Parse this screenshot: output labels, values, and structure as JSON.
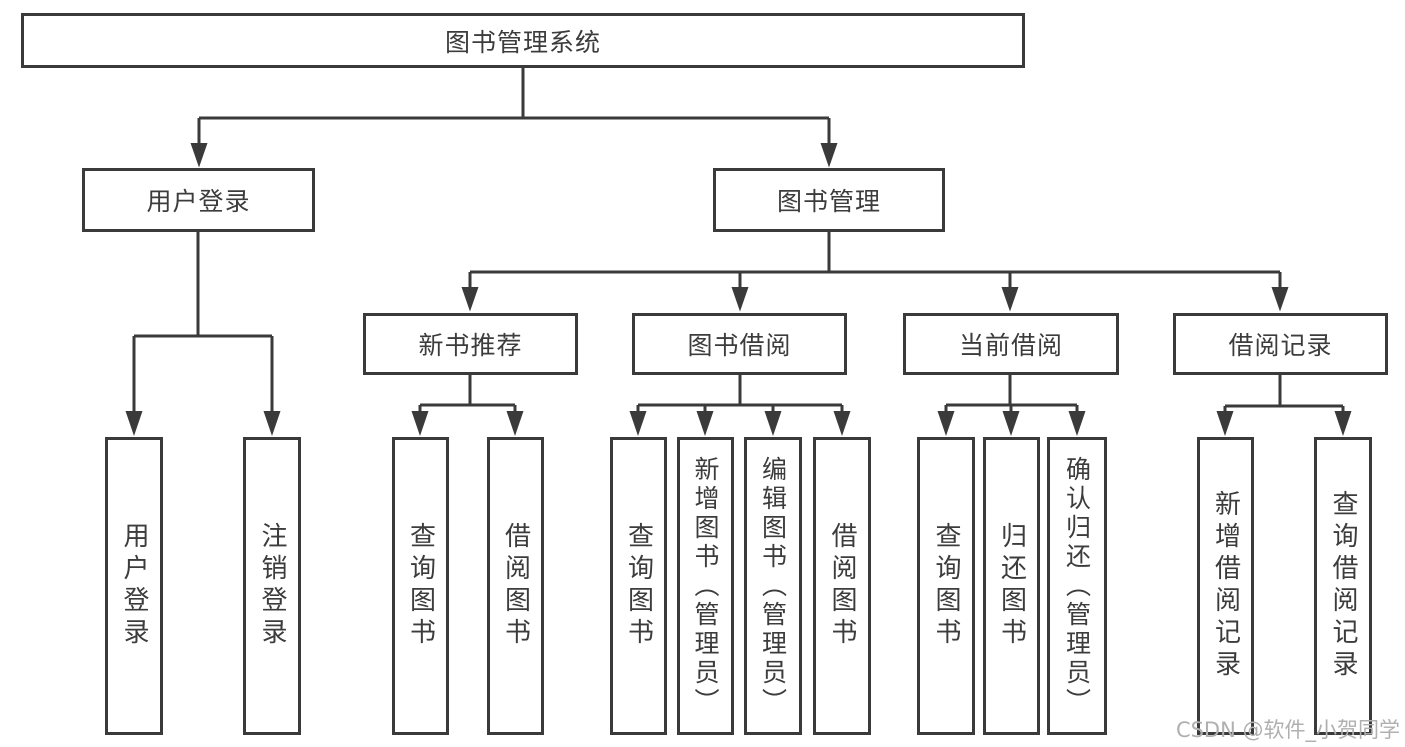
{
  "diagram": {
    "type": "hierarchy",
    "title": "图书管理系统"
  },
  "colors": {
    "line": "#3a3a3a",
    "border": "#3a3a3a",
    "text": "#3c3c3c",
    "background": "#ffffff",
    "watermark": "#b0b0b0"
  },
  "nodes": {
    "root": {
      "label": "图书管理系统"
    },
    "user_login": {
      "label": "用户登录"
    },
    "book_mgmt": {
      "label": "图书管理"
    },
    "new_rec": {
      "label": "新书推荐"
    },
    "borrowing": {
      "label": "图书借阅"
    },
    "current": {
      "label": "当前借阅"
    },
    "records": {
      "label": "借阅记录"
    },
    "leaf_login": {
      "label": "用户登录"
    },
    "leaf_logout": {
      "label": "注销登录"
    },
    "leaf_nb_query": {
      "label": "查询图书"
    },
    "leaf_nb_borrow": {
      "label": "借阅图书"
    },
    "leaf_bb_query": {
      "label": "查询图书"
    },
    "leaf_bb_add": {
      "label": "新增图书（管理员）"
    },
    "leaf_bb_edit": {
      "label": "编辑图书（管理员）"
    },
    "leaf_bb_borrow": {
      "label": "借阅图书"
    },
    "leaf_cb_query": {
      "label": "查询图书"
    },
    "leaf_cb_return": {
      "label": "归还图书"
    },
    "leaf_cb_confirm": {
      "label": "确认归还（管理员）"
    },
    "leaf_br_add": {
      "label": "新增借阅记录"
    },
    "leaf_br_query": {
      "label": "查询借阅记录"
    }
  },
  "hierarchy": {
    "root": [
      "user_login",
      "book_mgmt"
    ],
    "user_login": [
      "leaf_login",
      "leaf_logout"
    ],
    "book_mgmt": [
      "new_rec",
      "borrowing",
      "current",
      "records"
    ],
    "new_rec": [
      "leaf_nb_query",
      "leaf_nb_borrow"
    ],
    "borrowing": [
      "leaf_bb_query",
      "leaf_bb_add",
      "leaf_bb_edit",
      "leaf_bb_borrow"
    ],
    "current": [
      "leaf_cb_query",
      "leaf_cb_return",
      "leaf_cb_confirm"
    ],
    "records": [
      "leaf_br_add",
      "leaf_br_query"
    ]
  },
  "watermark": {
    "text": "CSDN @软件_小贺同学"
  }
}
